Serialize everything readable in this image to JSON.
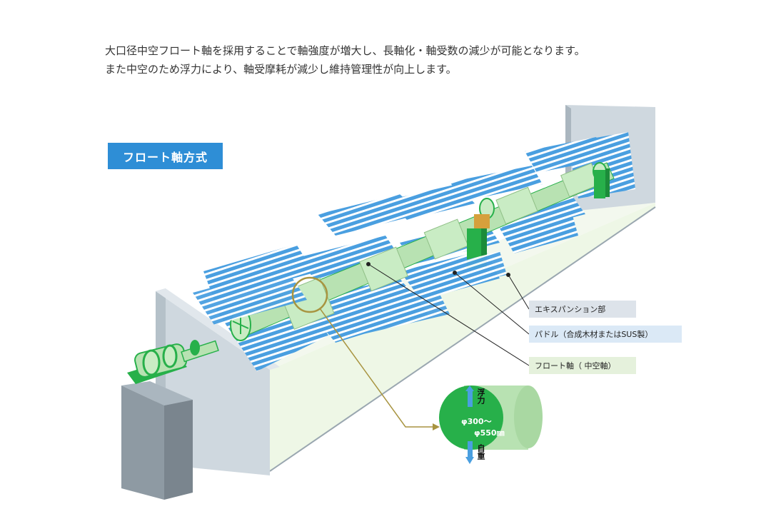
{
  "intro": {
    "line1": "大口径中空フロート軸を採用することで軸強度が増大し、長軸化・軸受数の減少が可能となります。",
    "line2": "また中空のため浮力により、軸受摩耗が減少し維持管理性が向上します。"
  },
  "method_label": "フロート軸方式",
  "callouts": {
    "expansion": "エキスパンション部",
    "paddle": "パドル（合成木材またはSUS製）",
    "float_shaft": "フロート軸（ 中空軸）"
  },
  "inset": {
    "diameter_min": "φ300〜",
    "diameter_max": "φ550㎜",
    "buoyancy": "浮力",
    "gravity": "自重"
  },
  "colors": {
    "paddle_blue": "#4a9fe0",
    "shaft_green": "#b8e2b2",
    "accent_green": "#27b04a",
    "label_blue": "#2e8ed6",
    "leader_gold": "#a89440",
    "wall_gray": "#cfd8df"
  }
}
